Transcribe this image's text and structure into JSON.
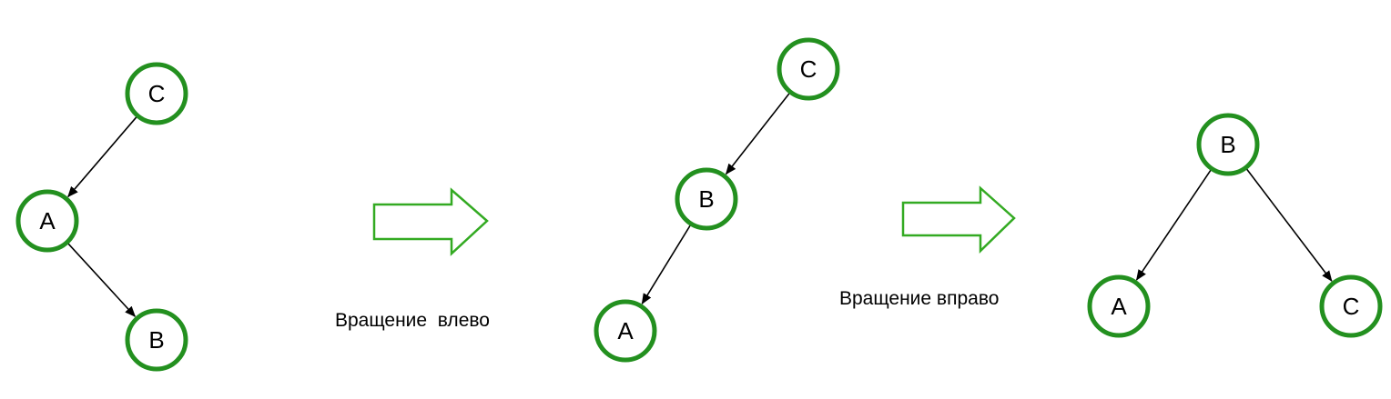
{
  "colors": {
    "node_stroke": "#23901f",
    "arrow_stroke": "#33aa22"
  },
  "trees": [
    {
      "nodes": [
        {
          "id": "C",
          "label": "C"
        },
        {
          "id": "A",
          "label": "A"
        },
        {
          "id": "B",
          "label": "B"
        }
      ],
      "edges": [
        {
          "from": "C",
          "to": "A"
        },
        {
          "from": "A",
          "to": "B"
        }
      ]
    },
    {
      "nodes": [
        {
          "id": "C",
          "label": "C"
        },
        {
          "id": "B",
          "label": "B"
        },
        {
          "id": "A",
          "label": "A"
        }
      ],
      "edges": [
        {
          "from": "C",
          "to": "B"
        },
        {
          "from": "B",
          "to": "A"
        }
      ]
    },
    {
      "nodes": [
        {
          "id": "B",
          "label": "B"
        },
        {
          "id": "A",
          "label": "A"
        },
        {
          "id": "C",
          "label": "C"
        }
      ],
      "edges": [
        {
          "from": "B",
          "to": "A"
        },
        {
          "from": "B",
          "to": "C"
        }
      ]
    }
  ],
  "transitions": [
    {
      "label": "Вращение  влево"
    },
    {
      "label": "Вращение вправо"
    }
  ]
}
